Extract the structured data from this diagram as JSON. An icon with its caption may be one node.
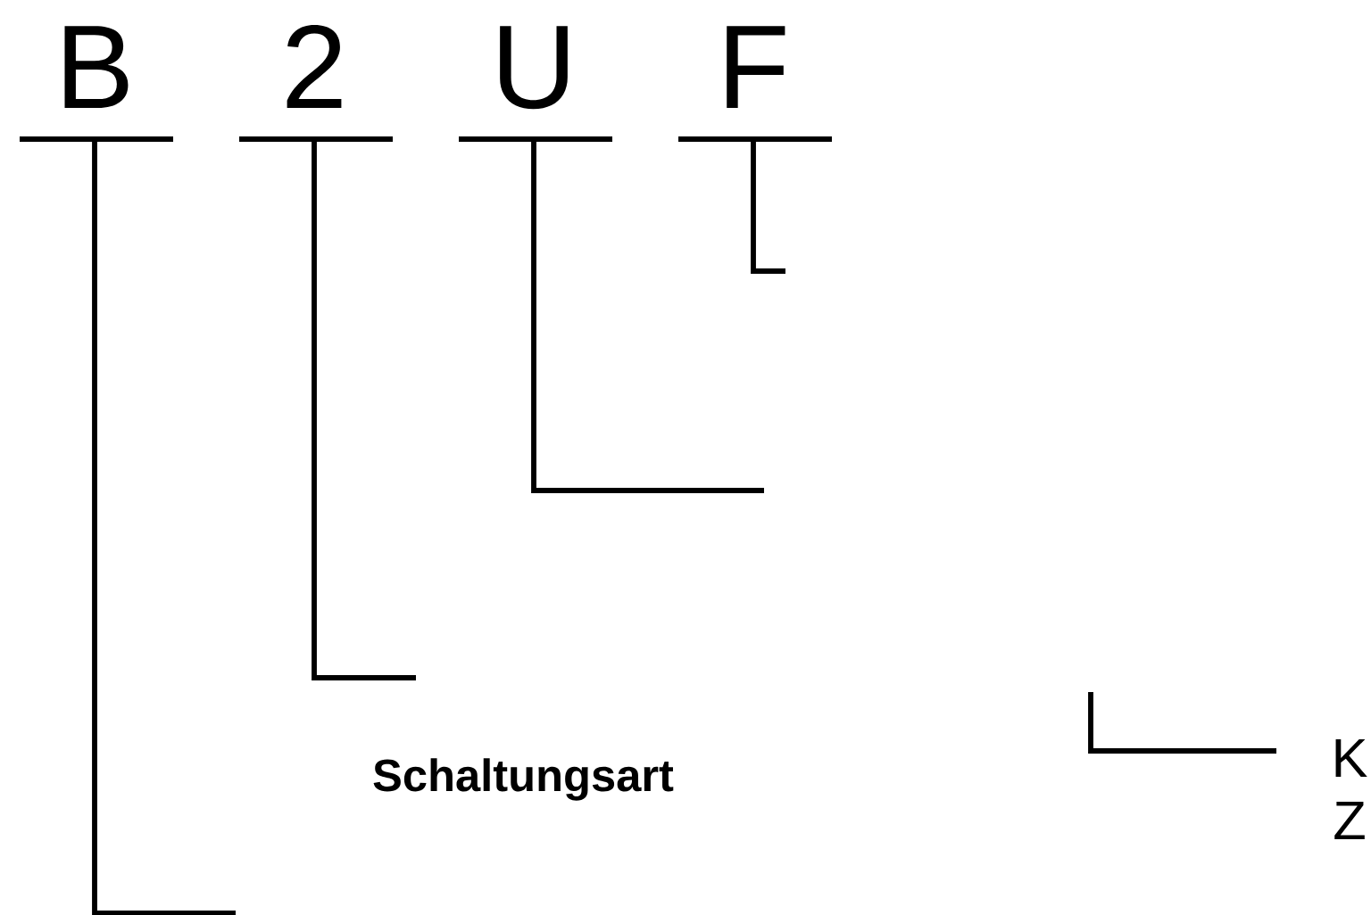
{
  "diagram": {
    "nodes": [
      {
        "text": [
          "B"
        ]
      },
      {
        "text": [
          "2"
        ]
      },
      {
        "text": [
          "U"
        ]
      },
      {
        "text": [
          "F"
        ]
      }
    ],
    "edges": [
      {
        "from": 0,
        "to": null,
        "arrow": "none"
      },
      {
        "from": 1,
        "to": null,
        "arrow": "none"
      },
      {
        "from": 2,
        "to": null,
        "arrow": "none"
      },
      {
        "from": 3,
        "to": null,
        "arrow": "none"
      }
    ],
    "labels": [
      "Schaltungsart",
      "K",
      "Z"
    ]
  }
}
